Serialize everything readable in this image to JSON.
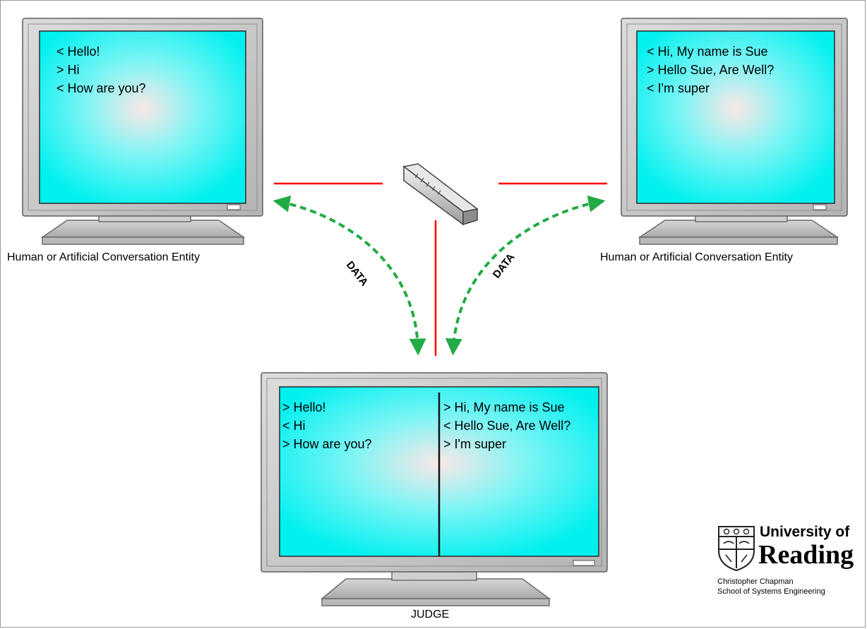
{
  "left_terminal": {
    "lines": [
      "< Hello!",
      "> Hi",
      "< How are you?"
    ],
    "caption": "Human or Artificial Conversation Entity"
  },
  "right_terminal": {
    "lines": [
      "< Hi, My name is Sue",
      "> Hello Sue, Are Well?",
      "< I'm super"
    ],
    "caption": "Human or Artificial Conversation Entity"
  },
  "judge_terminal": {
    "left_lines": [
      "> Hello!",
      "< Hi",
      "> How are you?"
    ],
    "right_lines": [
      "> Hi, My name is Sue",
      "< Hello Sue, Are Well?",
      "> I'm super"
    ],
    "caption": "JUDGE"
  },
  "data_labels": {
    "left": "DATA",
    "right": "DATA"
  },
  "logo": {
    "line1": "University of",
    "line2": "Reading",
    "author": "Christopher Chapman",
    "department": "School of Systems Engineering"
  },
  "colors": {
    "screen": "#00f0f0",
    "screen_glow": "#fbe7e7",
    "connection_line": "#ff0000",
    "data_arrow": "#22aa44",
    "monitor_frame": "#c9c9c9"
  }
}
